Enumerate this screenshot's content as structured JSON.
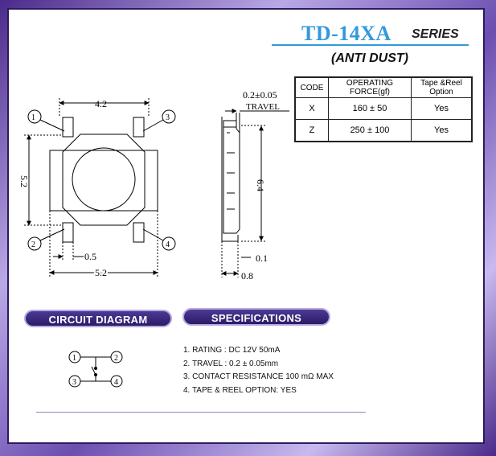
{
  "header": {
    "model": "TD-14XA",
    "series": "SERIES",
    "subtitle": "(ANTI DUST)"
  },
  "options_table": {
    "headers": [
      "CODE",
      "OPERATING FORCE(gf)",
      "Tape &Reel Option"
    ],
    "rows": [
      [
        "X",
        "160 ± 50",
        "Yes"
      ],
      [
        "Z",
        "250 ± 100",
        "Yes"
      ]
    ]
  },
  "top_view": {
    "dim_top": "4.2",
    "dim_left": "5.2",
    "dim_bottom_small": "0.5",
    "dim_bottom": "5.2",
    "pins": [
      "1",
      "2",
      "3",
      "4"
    ]
  },
  "side_view": {
    "travel_value": "0.2±0.05",
    "travel_label": "TRAVEL",
    "dim_height": "6.4",
    "dim_small": "0.1",
    "dim_width": "0.8"
  },
  "sections": {
    "circuit": "CIRCUIT DIAGRAM",
    "specs": "SPECIFICATIONS"
  },
  "circuit": {
    "pins": [
      "1",
      "2",
      "3",
      "4"
    ]
  },
  "specifications": [
    "1. RATING : DC 12V 50mA",
    "2. TRAVEL : 0.2 ± 0.05mm",
    "3. CONTACT RESISTANCE 100 mΩ MAX",
    "4. TAPE & REEL OPTION: YES"
  ]
}
